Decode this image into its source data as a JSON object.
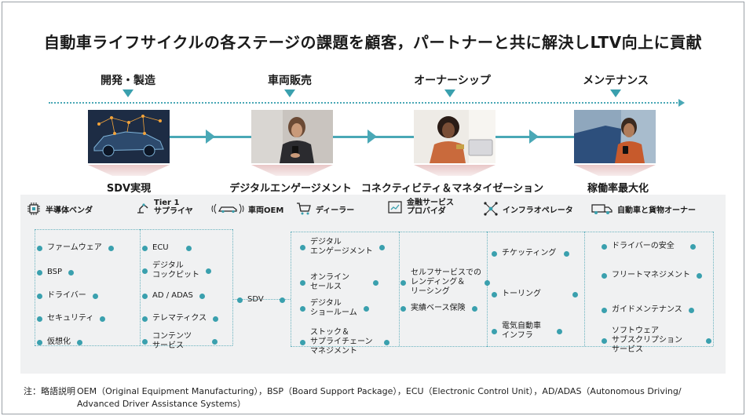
{
  "title": "自動車ライフサイクルの各ステージの課題を顧客，パートナーと共に解決しLTV向上に貢献",
  "stages": [
    "開発・製造",
    "車両販売",
    "オーナーシップ",
    "メンテナンス"
  ],
  "outcomes": [
    "SDV実現",
    "デジタルエンゲージメント",
    "コネクティビティ＆マネタイゼーション",
    "稼働率最大化"
  ],
  "categories": [
    "半導体ベンダ",
    "Tier 1\nサプライヤ",
    "車両OEM",
    "ディーラー",
    "金融サービス\nプロバイダ",
    "インフラオペレータ",
    "自動車と貨物オーナー"
  ],
  "col1": [
    "ファームウェア",
    "BSP",
    "ドライバー",
    "セキュリティ",
    "仮想化"
  ],
  "col2": [
    "ECU",
    "デジタル\nコックピット",
    "AD / ADAS",
    "テレマティクス",
    "コンテンツ\nサービス"
  ],
  "col3": [
    "SDV"
  ],
  "col4": [
    "デジタル\nエンゲージメント",
    "オンライン\nセールス",
    "デジタル\nショールーム",
    "ストック＆\nサプライチェーン\nマネジメント"
  ],
  "col5": [
    "セルフサービスでの\nレンディング＆\nリーシング",
    "実績ベース保険"
  ],
  "col6": [
    "チケッティング",
    "トーリング",
    "電気自動車\nインフラ"
  ],
  "col7": [
    "ドライバーの安全",
    "フリートマネジメント",
    "ガイドメンテナンス",
    "ソフトウェア\nサブスクリプション\nサービス"
  ],
  "note": {
    "lead": "注：略語説明",
    "line1": "OEM（Original Equipment Manufacturing），BSP（Board Support Package），ECU（Electronic Control Unit），AD/ADAS（Autonomous Driving/",
    "line2": "Advanced Driver Assistance Systems）"
  },
  "colors": {
    "accent": "#3aa0ae",
    "panel": "#f0f1f2"
  },
  "icons": [
    "chip-icon",
    "robot-arm-icon",
    "car-icon",
    "cart-icon",
    "finance-doc-icon",
    "network-icon",
    "truck-icon"
  ]
}
